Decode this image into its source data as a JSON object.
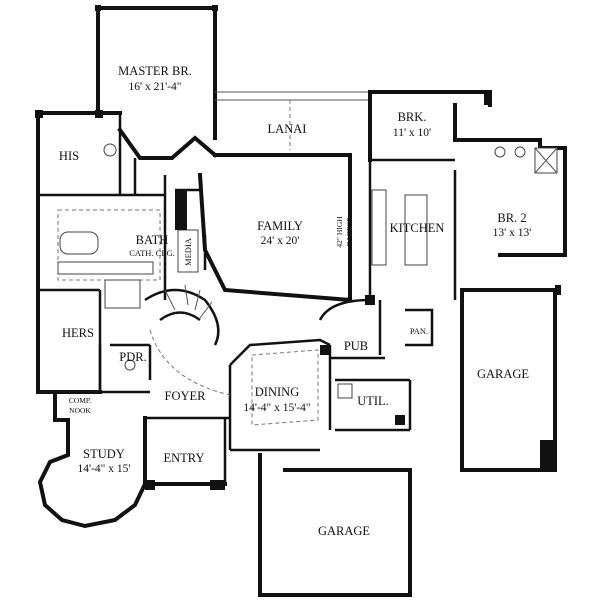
{
  "rooms": {
    "master_br": {
      "name": "MASTER BR.",
      "size": "16' x 21'-4\""
    },
    "lanai": {
      "name": "LANAI"
    },
    "brk": {
      "name": "BRK.",
      "size": "11' x 10'"
    },
    "his": {
      "name": "HIS"
    },
    "family": {
      "name": "FAMILY",
      "size": "24' x 20'"
    },
    "bartop": {
      "line1": "42\" HIGH",
      "line2": "BARTOP"
    },
    "kitchen": {
      "name": "KITCHEN"
    },
    "br2": {
      "name": "BR. 2",
      "size": "13' x 13'"
    },
    "bath": {
      "name": "BATH",
      "note": "CATH. CLG."
    },
    "media": {
      "name": "MEDIA"
    },
    "hers": {
      "name": "HERS"
    },
    "pub": {
      "name": "PUB"
    },
    "pan": {
      "name": "PAN."
    },
    "garage_right": {
      "name": "GARAGE"
    },
    "pdr": {
      "name": "PDR."
    },
    "foyer": {
      "name": "FOYER"
    },
    "dining": {
      "name": "DINING",
      "size": "14'-4\" x 15'-4\""
    },
    "util": {
      "name": "UTIL."
    },
    "comp_nook": {
      "line1": "COMP.",
      "line2": "NOOK"
    },
    "study": {
      "name": "STUDY",
      "size": "14'-4\" x 15'"
    },
    "entry": {
      "name": "ENTRY"
    },
    "garage_bottom": {
      "name": "GARAGE"
    }
  }
}
